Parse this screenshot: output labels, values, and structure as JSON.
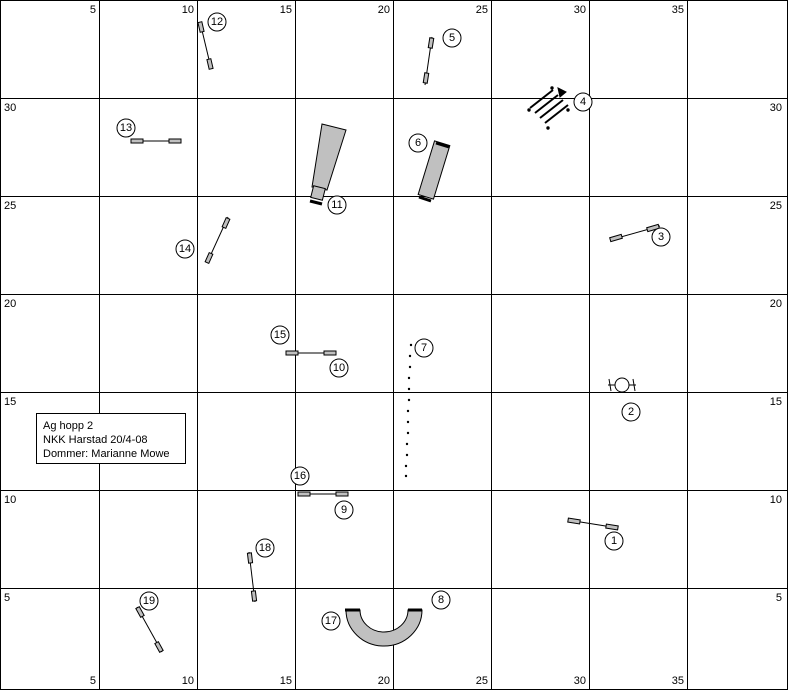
{
  "course": {
    "info": {
      "title": "Ag hopp 2",
      "event": "NKK Harstad 20/4-08",
      "judge": "Dommer: Marianne Mowe"
    },
    "top_axis": [
      "5",
      "10",
      "15",
      "20",
      "25",
      "30",
      "35"
    ],
    "bottom_axis": [
      "5",
      "10",
      "15",
      "20",
      "25",
      "30",
      "35"
    ],
    "left_axis": [
      "30",
      "25",
      "20",
      "15",
      "10",
      "5"
    ],
    "right_axis": [
      "30",
      "25",
      "20",
      "15",
      "10",
      "5"
    ],
    "obstacle_numbers": [
      "1",
      "2",
      "3",
      "4",
      "5",
      "6",
      "7",
      "8",
      "9",
      "10",
      "11",
      "12",
      "13",
      "14",
      "15",
      "16",
      "17",
      "18",
      "19"
    ],
    "colors": {
      "grid": "#000000",
      "obstacle_fill": "#c0c0c0",
      "background": "#ffffff"
    }
  }
}
